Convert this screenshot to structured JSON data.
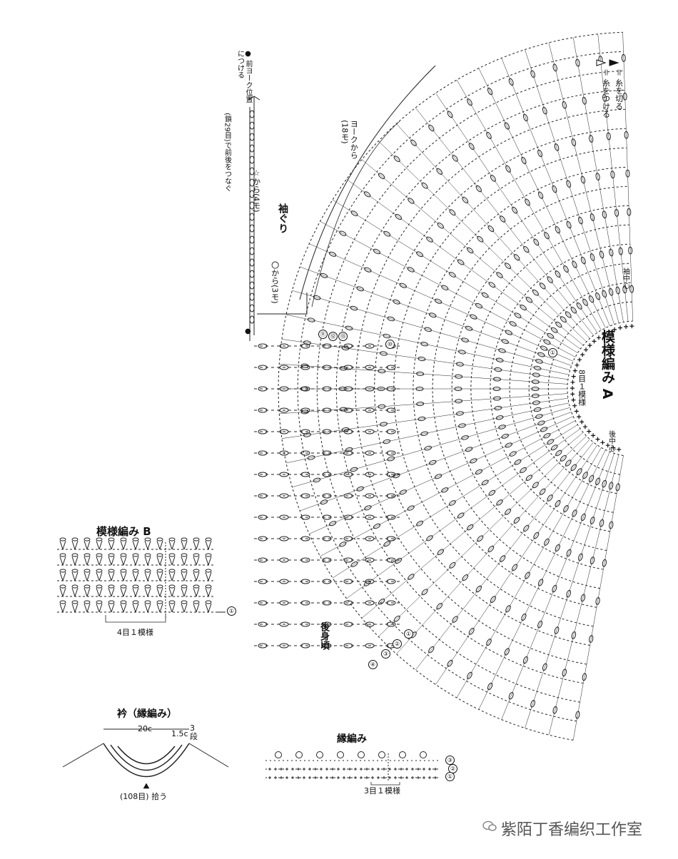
{
  "main_chart": {
    "title": "模様編み A",
    "repeat_label": "8目１模様",
    "armhole_label": "袖ぐり",
    "back_body_label": "後身頃",
    "sleeve_center_label": "袖中心",
    "back_center_label": "後中心",
    "yoke_label": "ヨークから\n(18モ)",
    "from3_label": "〇から(3モ)",
    "from4_label": "☆から(4モ)",
    "join_note": "(鎖29目)で前後をつなぐ",
    "attach_note": "● 前ヨーク位置\nにつける",
    "row_labels": [
      "①",
      "②",
      "③",
      "④"
    ],
    "side_row_labels": [
      "⑪",
      "⑫",
      "⑬",
      "⑩",
      "①"
    ],
    "dot_marker": "●"
  },
  "legend": {
    "attach": "＝ 糸をつける",
    "cut": "＝ 糸を切る"
  },
  "pattern_b": {
    "title": "模様編み B",
    "repeat_label": "4目１模様",
    "row_label": "①"
  },
  "collar": {
    "title": "衿（縁編み）",
    "width_label": "20c",
    "depth_label": "1.5c",
    "rows_label": "3\n段",
    "pickup_label": "(108目) 拾う"
  },
  "edging": {
    "title": "縁編み",
    "repeat_label": "3目１模様",
    "row_labels": [
      "③",
      "②",
      "①"
    ]
  },
  "watermark": {
    "text": "紫陌丁香编织工作室"
  }
}
